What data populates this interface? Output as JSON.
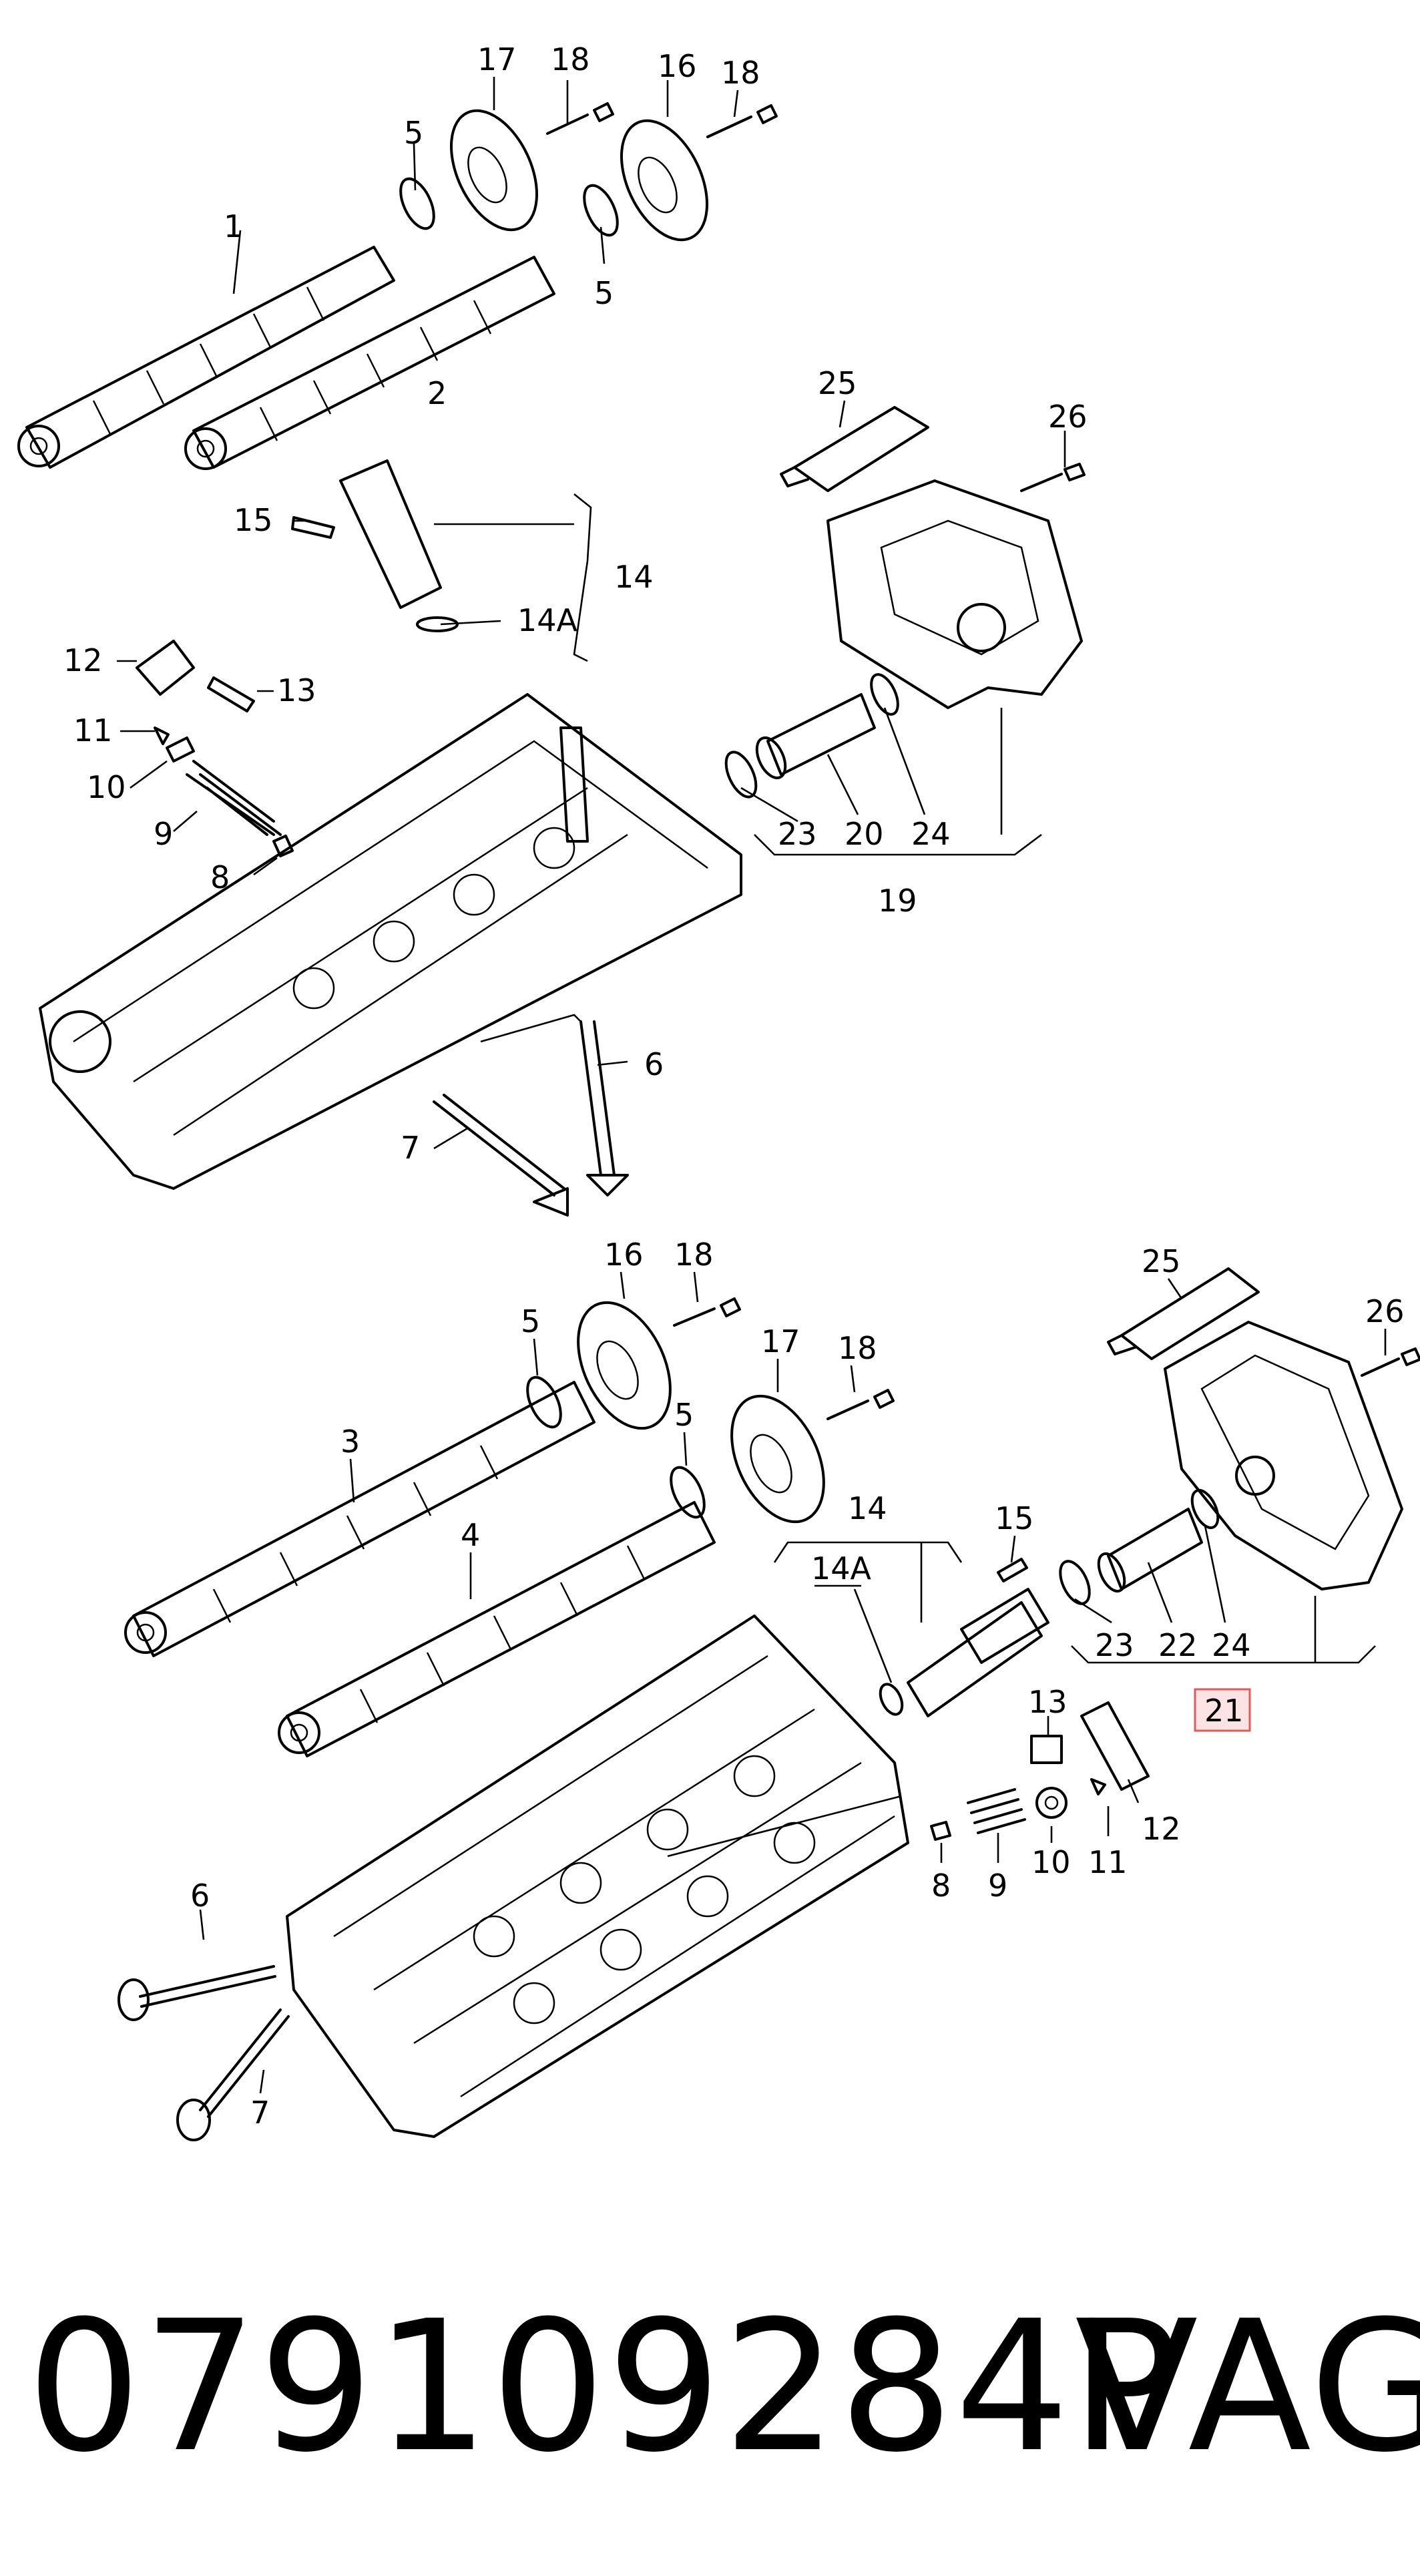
{
  "diagram": {
    "top_assembly": {
      "callouts": [
        "1",
        "2",
        "5",
        "5",
        "16",
        "17",
        "18",
        "18",
        "25",
        "26",
        "15",
        "14",
        "14A",
        "12",
        "13",
        "11",
        "10",
        "9",
        "8",
        "23",
        "20",
        "24",
        "19",
        "6",
        "7"
      ]
    },
    "bottom_assembly": {
      "callouts": [
        "16",
        "18",
        "5",
        "17",
        "18",
        "3",
        "5",
        "4",
        "25",
        "26",
        "14",
        "15",
        "14A",
        "13",
        "23",
        "22",
        "24",
        "21",
        "12",
        "11",
        "10",
        "9",
        "8",
        "6",
        "7"
      ]
    },
    "highlighted_callout": "21",
    "highlight_color": "#fde3e3",
    "highlight_border": "#e05a5a"
  },
  "footer": {
    "part_number": "079109284P",
    "brand": "VAG"
  }
}
